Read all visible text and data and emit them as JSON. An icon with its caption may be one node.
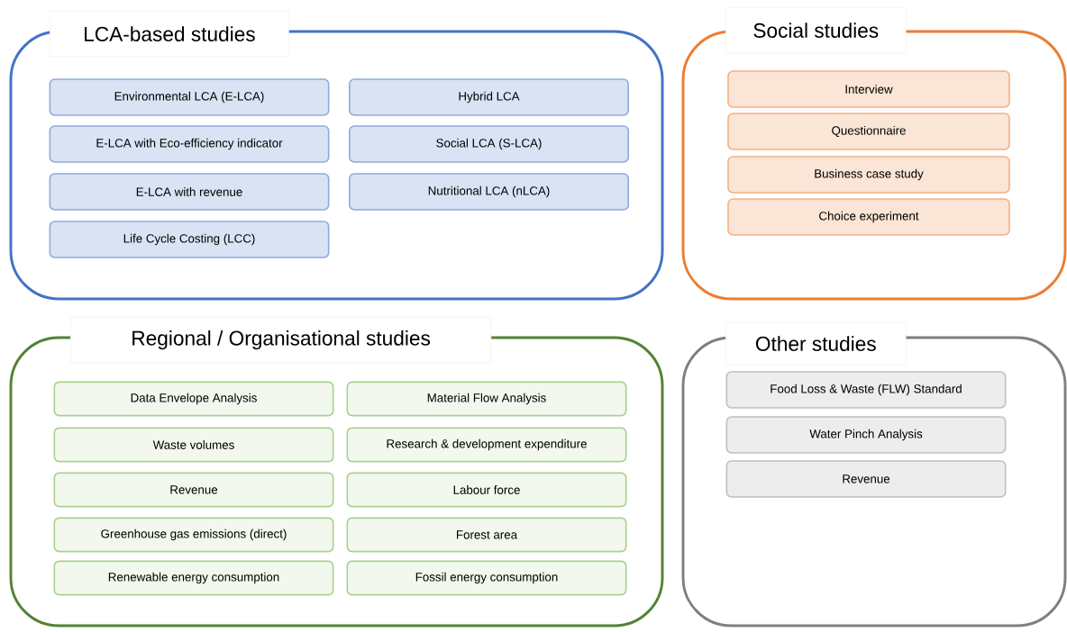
{
  "diagram": {
    "nodes": [
      {
        "text": [
          "LCA-based studies"
        ]
      },
      {
        "text": [
          "Environmental LCA (E-LCA)"
        ],
        "in": 0
      },
      {
        "text": [
          "Hybrid LCA"
        ],
        "in": 0
      },
      {
        "text": [
          "E-LCA with Eco-efficiency indicator"
        ],
        "in": 0
      },
      {
        "text": [
          "Social LCA (S-LCA)"
        ],
        "in": 0
      },
      {
        "text": [
          "E-LCA with revenue"
        ],
        "in": 0
      },
      {
        "text": [
          "Nutritional LCA (nLCA)"
        ],
        "in": 0
      },
      {
        "text": [
          "Life Cycle Costing (LCC)"
        ],
        "in": 0
      },
      {
        "text": [
          "Social studies"
        ]
      },
      {
        "text": [
          "Interview"
        ],
        "in": 8
      },
      {
        "text": [
          "Questionnaire"
        ],
        "in": 8
      },
      {
        "text": [
          "Business case study"
        ],
        "in": 8
      },
      {
        "text": [
          "Choice experiment"
        ],
        "in": 8
      },
      {
        "text": [
          "Regional / Organisational studies"
        ]
      },
      {
        "text": [
          "Data Envelope Analysis"
        ],
        "in": 13
      },
      {
        "text": [
          "Material Flow Analysis"
        ],
        "in": 13
      },
      {
        "text": [
          "Waste volumes"
        ],
        "in": 13
      },
      {
        "text": [
          "Research & development expenditure"
        ],
        "in": 13
      },
      {
        "text": [
          "Revenue"
        ],
        "in": 13
      },
      {
        "text": [
          "Labour force"
        ],
        "in": 13
      },
      {
        "text": [
          "Greenhouse gas emissions (direct)"
        ],
        "in": 13
      },
      {
        "text": [
          "Forest area"
        ],
        "in": 13
      },
      {
        "text": [
          "Renewable energy consumption"
        ],
        "in": 13
      },
      {
        "text": [
          "Fossil energy consumption"
        ],
        "in": 13
      },
      {
        "text": [
          "Other studies"
        ]
      },
      {
        "text": [
          "Food Loss & Waste (FLW) Standard"
        ],
        "in": 24
      },
      {
        "text": [
          "Water Pinch Analysis"
        ],
        "in": 24
      },
      {
        "text": [
          "Revenue"
        ],
        "in": 24
      }
    ]
  }
}
